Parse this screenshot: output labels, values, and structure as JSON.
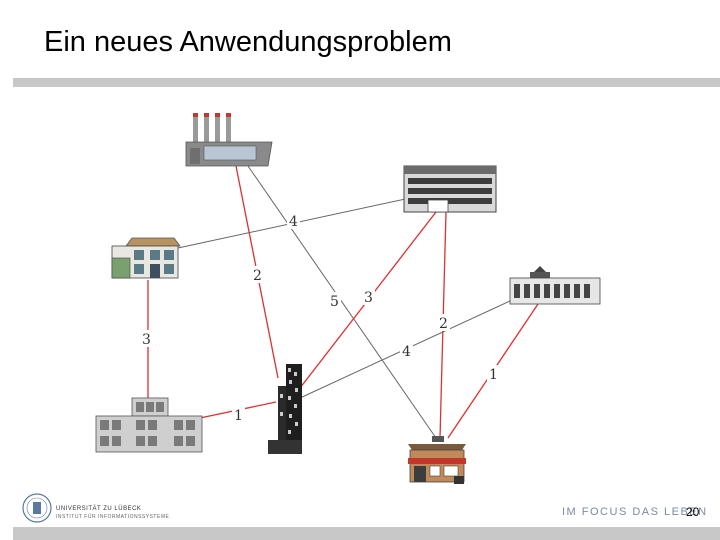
{
  "slide": {
    "title": "Ein neues Anwendungsproblem",
    "page_number": "20"
  },
  "footer": {
    "university_name": "UNIVERSITÄT ZU LÜBECK",
    "institute": "INSTITUT FÜR INFORMATIONSSYSTEME",
    "slogan": "IM FOCUS DAS LEBEN"
  },
  "graph": {
    "colors": {
      "red_edge": "#e03030",
      "gray_edge": "#666666"
    },
    "nodes": [
      {
        "id": "factory",
        "icon": "factory-icon"
      },
      {
        "id": "office-block",
        "icon": "office-building-icon"
      },
      {
        "id": "house",
        "icon": "house-icon"
      },
      {
        "id": "museum",
        "icon": "museum-icon"
      },
      {
        "id": "school",
        "icon": "school-building-icon"
      },
      {
        "id": "skyscraper",
        "icon": "skyscraper-icon"
      },
      {
        "id": "shop",
        "icon": "shop-icon"
      }
    ],
    "edges": [
      {
        "from": "factory",
        "to": "skyscraper",
        "color": "red",
        "label": "2"
      },
      {
        "from": "factory",
        "to": "shop",
        "color": "gray",
        "label": "5"
      },
      {
        "from": "house",
        "to": "office-block",
        "color": "gray",
        "label": "4"
      },
      {
        "from": "house",
        "to": "school",
        "color": "red",
        "label": "3"
      },
      {
        "from": "office-block",
        "to": "skyscraper",
        "color": "red",
        "label": "3"
      },
      {
        "from": "office-block",
        "to": "shop",
        "color": "red",
        "label": "2"
      },
      {
        "from": "museum",
        "to": "skyscraper",
        "color": "gray",
        "label": "4"
      },
      {
        "from": "museum",
        "to": "shop",
        "color": "red",
        "label": "1"
      },
      {
        "from": "school",
        "to": "skyscraper",
        "color": "red",
        "label": "1"
      }
    ]
  }
}
